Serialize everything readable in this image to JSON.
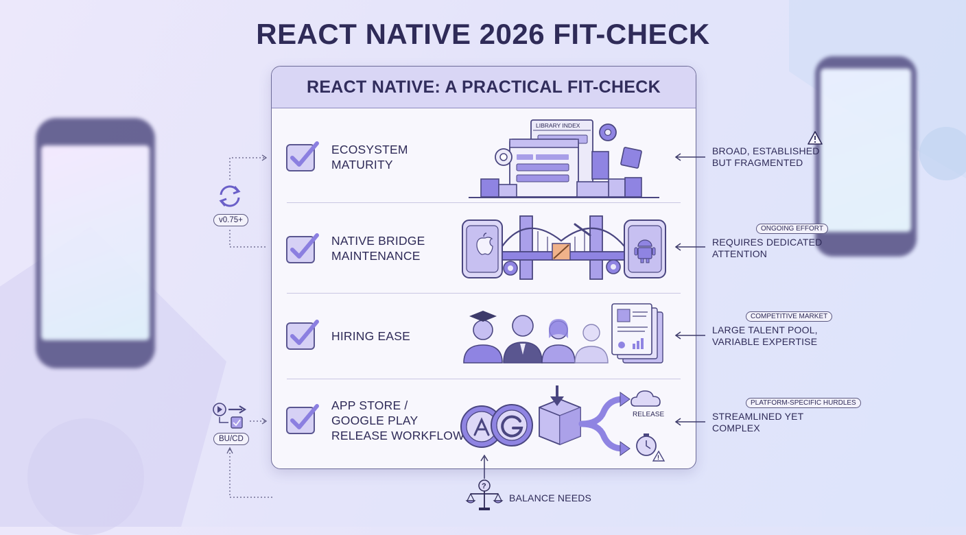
{
  "title": "REACT NATIVE 2026 FIT-CHECK",
  "card": {
    "header": "REACT NATIVE: A PRACTICAL FIT-CHECK",
    "rows": [
      {
        "label_lines": [
          "ECOSYSTEM",
          "MATURITY"
        ],
        "illustration_text": "LIBRARY INDEX",
        "annotation_lines": [
          "BROAD, ESTABLISHED",
          "BUT FRAGMENTED"
        ],
        "tag": ""
      },
      {
        "label_lines": [
          "NATIVE BRIDGE",
          "MAINTENANCE"
        ],
        "illustration_text": "",
        "annotation_lines": [
          "REQUIRES DEDICATED",
          "ATTENTION"
        ],
        "tag": "ONGOING EFFORT"
      },
      {
        "label_lines": [
          "HIRING EASE"
        ],
        "illustration_text": "",
        "annotation_lines": [
          "LARGE TALENT POOL,",
          "VARIABLE EXPERTISE"
        ],
        "tag": "COMPETITIVE MARKET"
      },
      {
        "label_lines": [
          "APP STORE /",
          "GOOGLE PLAY",
          "RELEASE WORKFLOW"
        ],
        "illustration_text": "RELEASE",
        "annotation_lines": [
          "STREAMLINED YET",
          "COMPLEX"
        ],
        "tag": "PLATFORM-SPECIFIC HURDLES"
      }
    ]
  },
  "left_side": {
    "version_badge": "v0.75+",
    "cicd_badge": "BU/CD"
  },
  "bottom": {
    "balance_label": "BALANCE NEEDS"
  },
  "icons": [
    "refresh-icon",
    "checkbox-icon",
    "apple-icon",
    "android-icon",
    "warning-icon",
    "scale-icon",
    "cloud-icon",
    "stopwatch-icon",
    "box-icon",
    "play-icon"
  ],
  "colors": {
    "accent": "#8b7fe0",
    "ink": "#2e2a57",
    "card_header": "#d9d6f5"
  }
}
